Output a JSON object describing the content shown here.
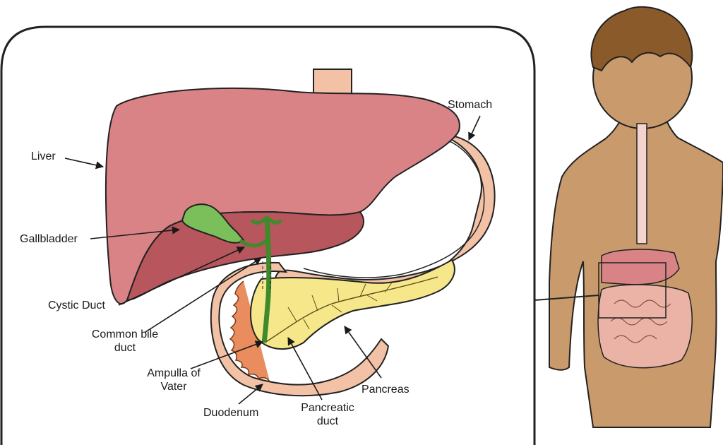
{
  "diagram": {
    "labels": {
      "liver": "Liver",
      "stomach": "Stomach",
      "gallbladder": "Gallbladder",
      "cystic_duct": "Cystic Duct",
      "common_bile_duct_line1": "Common bile",
      "common_bile_duct_line2": "duct",
      "ampulla_line1": "Ampulla of",
      "ampulla_line2": "Vater",
      "duodenum": "Duodenum",
      "pancreatic_duct_line1": "Pancreatic",
      "pancreatic_duct_line2": "duct",
      "pancreas": "Pancreas"
    },
    "colors": {
      "liver": "#d98387",
      "liver_shadow": "#b7565c",
      "stomach": "#f3c2a6",
      "gallbladder": "#7bbf5a",
      "bile_duct": "#3f8a2c",
      "pancreas": "#f5e78a",
      "duodenum": "#e98c5e",
      "skin": "#c99a6b",
      "hair": "#8a5a2b",
      "outline": "#222222"
    }
  }
}
